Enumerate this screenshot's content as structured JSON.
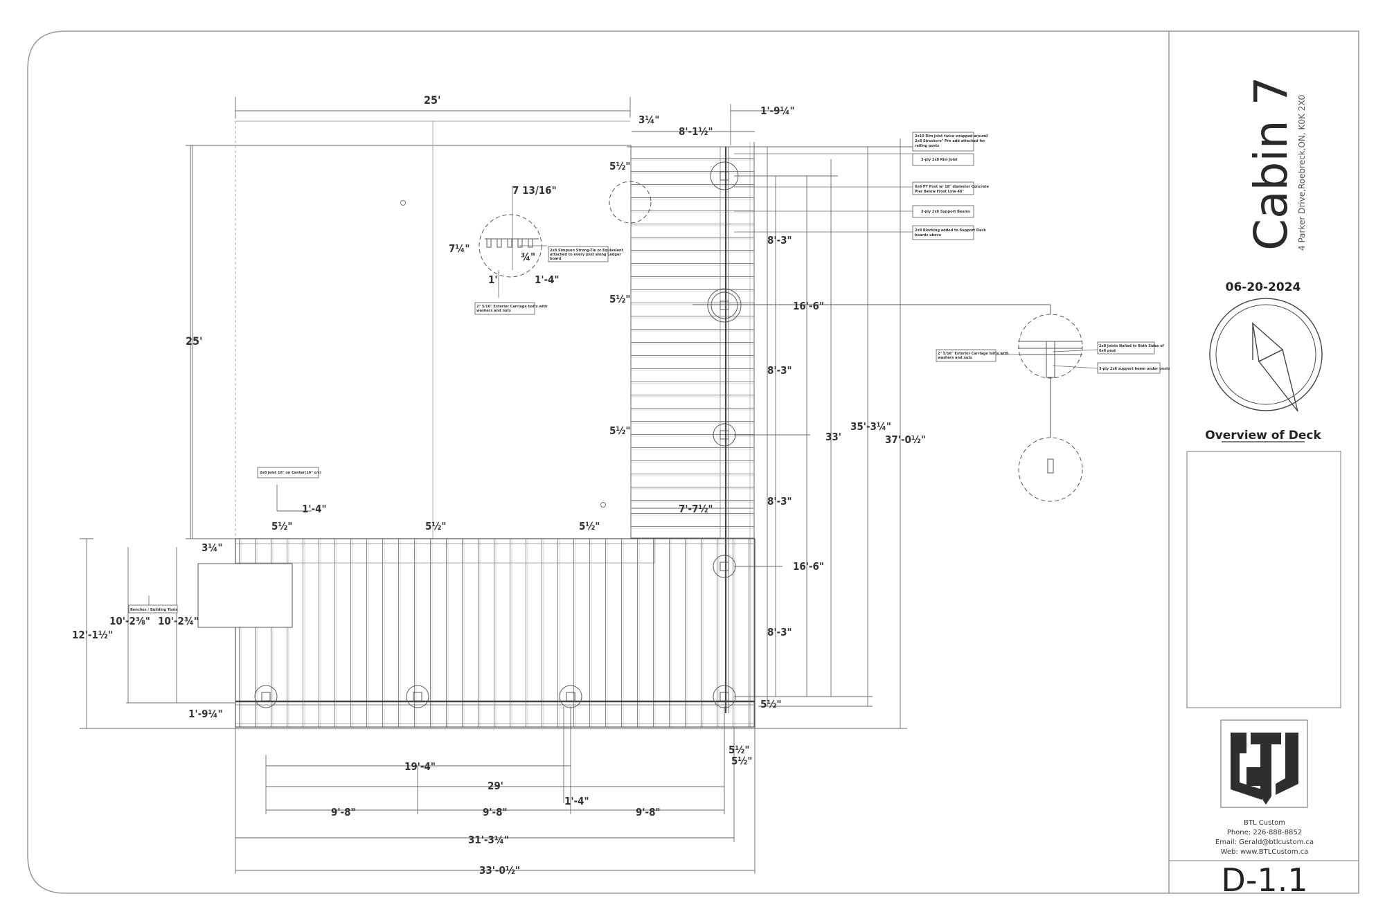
{
  "title_block": {
    "project": "Cabin 7",
    "address": "4 Parker Drive,Roebreck,ON, K0K 2X0",
    "date": "06-20-2024",
    "view_title": "Overview of Deck",
    "company": "BTL Custom",
    "phone": "Phone: 226-888-8852",
    "email": "Email: Gerald@btlcustom.ca",
    "web": "Web: www.BTLCustom.ca",
    "sheet": "D-1.1",
    "logo": "btl-logo-icon"
  },
  "dimensions": {
    "house_width": "25'",
    "house_height": "25'",
    "top_3_4": "3¼\"",
    "top_8_1": "8'-1½\"",
    "top_1_9": "1'-9¼\"",
    "left_3_4": "3¼\"",
    "left_12_1": "12'-1½\"",
    "left_10_2a": "10'-2⅜\"",
    "left_10_2b": "10'-2¾\"",
    "left_1_9": "1'-9¼\"",
    "detail_7_13": "7 13/16\"",
    "detail_7_1": "7¼\"",
    "detail_3_4": "¾\"",
    "detail_1": "1'",
    "detail_1_4": "1'-4\"",
    "left_1_4": "1'-4\"",
    "gap_5_a": "5½\"",
    "gap_5_b": "5½\"",
    "gap_5_c": "5½\"",
    "gap_5_d": "5½\"",
    "gap_5_e": "5½\"",
    "gap_5_f": "5½\"",
    "gap_5_g": "5½\"",
    "gap_5_h": "5½\"",
    "gap_5_i": "5½\"",
    "right_8_3a": "8'-3\"",
    "right_16_6a": "16'-6\"",
    "right_8_3b": "8'-3\"",
    "right_8_3c": "8'-3\"",
    "right_16_6b": "16'-6\"",
    "right_8_3d": "8'-3\"",
    "right_33": "33'",
    "right_35_3": "35'-3¼\"",
    "right_37_0": "37'-0½\"",
    "stair_7_7": "7'-7½\"",
    "bottom_19_4": "19'-4\"",
    "bottom_29": "29'",
    "bottom_1_4": "1'-4\"",
    "bottom_9_8a": "9'-8\"",
    "bottom_9_8b": "9'-8\"",
    "bottom_9_8c": "9'-8\"",
    "bottom_31_3": "31'-3¼\"",
    "bottom_33_0": "33'-0½\""
  },
  "notes": {
    "n1_l1": "2x10 Rim Joist twice wrapped around",
    "n1_l2": "2x8 Structure\" Pre add attached for",
    "n1_l3": "railing posts",
    "n2": "3-ply 2x8 Rim Joist",
    "n3_l1": "6x6 PT Post w/ 18\" diameter Concrete",
    "n3_l2": "Pier Below Frost Line 48\"",
    "n4": "3-ply 2x8 Support Beams",
    "n5_l1": "2x8 Blocking added to Support Deck",
    "n5_l2": "boards above",
    "n6_l1": "2x8 Simpson Strong-Tie or Equivalent",
    "n6_l2": "attached to every joist along Ledger",
    "n6_l3": "board",
    "n7_l1": "2\" 5/16\" Exterior Carriage bolts with",
    "n7_l2": "washers and nuts",
    "n8": "2x8 Joist 16\" on Center(16\" o/c)",
    "n9": "Benches / Building Tools",
    "n10_l1": "2x8 Joists Nailed to Both Sides of",
    "n10_l2": "6x6 post",
    "n11": "3-ply 2x8 support beam under posts",
    "n12_l1": "2\" 5/16\" Exterior Carriage bolts with",
    "n12_l2": "washers and nuts"
  }
}
